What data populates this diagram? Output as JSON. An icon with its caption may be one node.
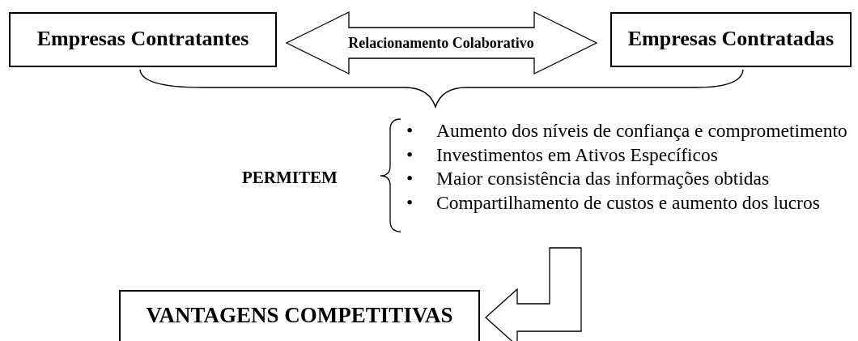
{
  "diagram": {
    "nodes": [
      {
        "text": [
          "Empresas Contratantes"
        ]
      },
      {
        "text": [
          "Empresas Contratadas"
        ]
      },
      {
        "text": [
          "VANTAGENS COMPETITIVAS"
        ]
      }
    ],
    "edges": [
      {
        "from": 0,
        "to": 1,
        "arrow": "both",
        "label": "Relacionamento Colaborativo"
      },
      {
        "from": null,
        "to": 2,
        "arrow": "to"
      }
    ],
    "labels": [
      "PERMITEM",
      "•",
      "Aumento dos níveis de confiança e comprometimento",
      "•",
      "Investimentos em Ativos Específicos",
      "•",
      "Maior consistência das informações obtidas",
      "•",
      "Compartilhamento de custos e aumento dos lucros"
    ]
  }
}
